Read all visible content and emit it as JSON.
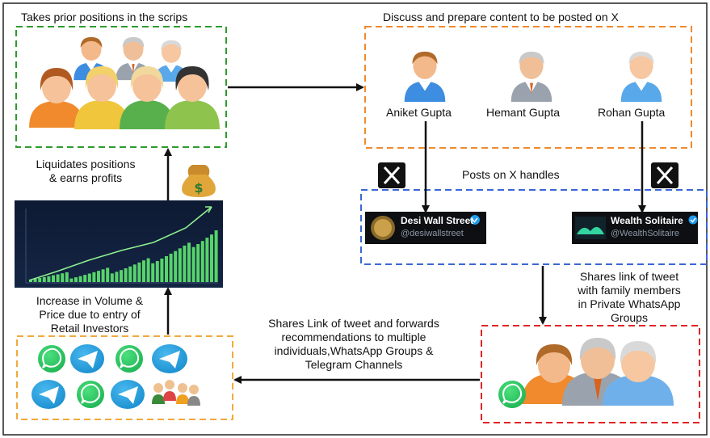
{
  "boxes": {
    "traders_title": "Takes prior positions in the scrips",
    "content_title": "Discuss and prepare content to be posted on X"
  },
  "people": {
    "aniket": "Aniket Gupta",
    "hemant": "Hemant Gupta",
    "rohan": "Rohan Gupta"
  },
  "labels": {
    "posts_on_x": "Posts on X handles",
    "liquidates": [
      "Liquidates positions",
      "& earns profits"
    ],
    "increase": [
      "Increase in Volume &",
      "Price due to entry of",
      "Retail Investors"
    ],
    "shares_family": [
      "Shares link of tweet",
      "with family members",
      "in Private WhatsApp",
      "Groups"
    ],
    "shares_forward": [
      "Shares Link of tweet and forwards",
      "recommendations to multiple",
      "individuals,WhatsApp Groups &",
      "Telegram Channels"
    ]
  },
  "handles": [
    {
      "name": "Desi Wall Street",
      "handle": "@desiwallstreet"
    },
    {
      "name": "Wealth Solitaire",
      "handle": "@WealthSolitaire"
    }
  ],
  "icons": {
    "x_logo": "x-logo-icon",
    "money_bag": "money-bag-icon",
    "whatsapp": "whatsapp-icon",
    "telegram": "telegram-icon",
    "verified": "verified-badge-icon"
  },
  "colors": {
    "green_box": "#2e9b2e",
    "orange_box": "#f08a2c",
    "blue_box": "#3b66d6",
    "red_box": "#e02525",
    "yellow_box": "#f2a93b",
    "arrow": "#111111",
    "whatsapp": "#25d366",
    "telegram": "#2aa3e0"
  }
}
